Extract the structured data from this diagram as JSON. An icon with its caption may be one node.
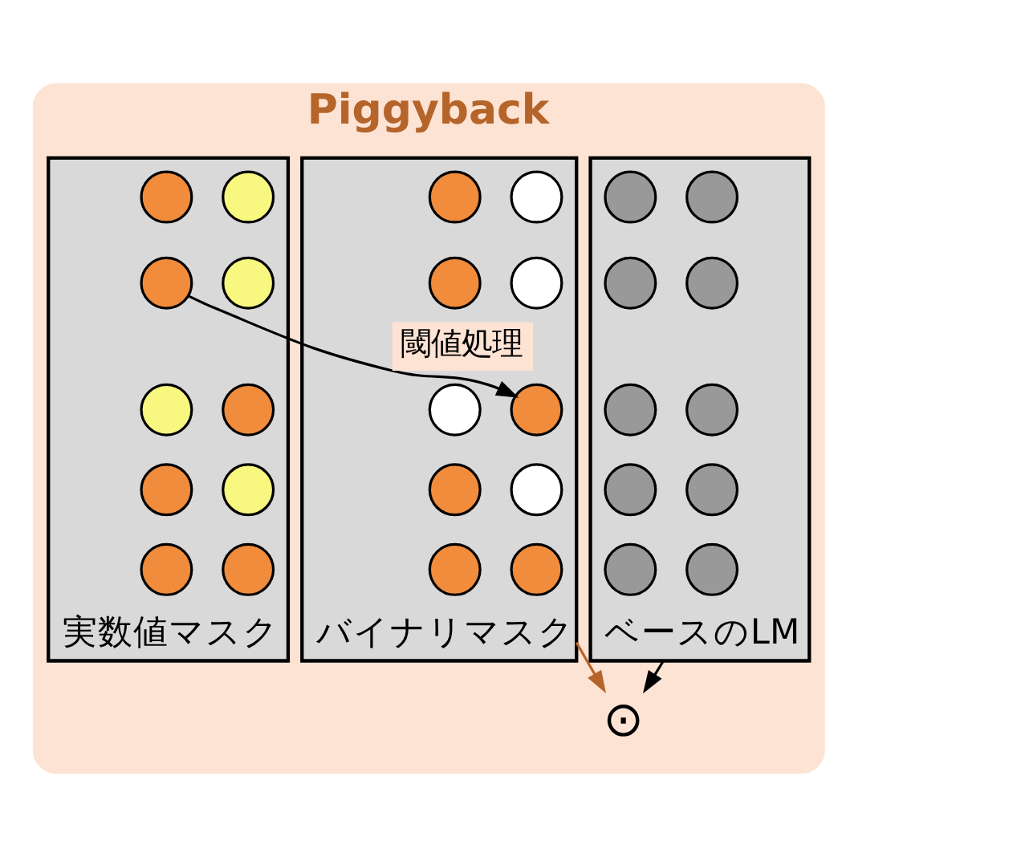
{
  "diagram": {
    "nodes": [
      {
        "text": [
          "Piggyback"
        ]
      },
      {
        "text": [],
        "shape": "box",
        "in": 0,
        "beside": [
          "ベースのLM"
        ]
      },
      {
        "text": [],
        "shape": "circle",
        "in": 1
      },
      {
        "text": [],
        "shape": "circle",
        "in": 1
      },
      {
        "text": [],
        "shape": "circle",
        "in": 1
      },
      {
        "text": [],
        "shape": "circle",
        "in": 1
      },
      {
        "text": [],
        "shape": "circle",
        "in": 1
      },
      {
        "text": [],
        "shape": "circle",
        "in": 1
      },
      {
        "text": [],
        "shape": "circle",
        "in": 1
      },
      {
        "text": [],
        "shape": "circle",
        "in": 1
      },
      {
        "text": [],
        "shape": "circle",
        "in": 1
      },
      {
        "text": [],
        "shape": "circle",
        "in": 1
      },
      {
        "text": [],
        "shape": "box",
        "in": 0,
        "beside": [
          "バイナリマスク"
        ]
      },
      {
        "text": [],
        "shape": "circle",
        "in": 12
      },
      {
        "text": [],
        "shape": "circle",
        "in": 12
      },
      {
        "text": [],
        "shape": "circle",
        "in": 12
      },
      {
        "text": [],
        "shape": "circle",
        "in": 12
      },
      {
        "text": [],
        "shape": "circle",
        "in": 12
      },
      {
        "text": [],
        "shape": "circle",
        "in": 12
      },
      {
        "text": [],
        "shape": "circle",
        "in": 12
      },
      {
        "text": [],
        "shape": "circle",
        "in": 12
      },
      {
        "text": [],
        "shape": "circle",
        "in": 12
      },
      {
        "text": [],
        "shape": "circle",
        "in": 12
      },
      {
        "text": [],
        "shape": "box",
        "in": 0,
        "beside": [
          "実数値マスク"
        ]
      },
      {
        "text": [],
        "shape": "circle",
        "in": 23
      },
      {
        "text": [],
        "shape": "circle",
        "in": 23
      },
      {
        "text": [],
        "shape": "circle",
        "in": 23
      },
      {
        "text": [],
        "shape": "circle",
        "in": 23
      },
      {
        "text": [],
        "shape": "circle",
        "in": 23
      },
      {
        "text": [],
        "shape": "circle",
        "in": 23
      },
      {
        "text": [],
        "shape": "circle",
        "in": 23
      },
      {
        "text": [],
        "shape": "circle",
        "in": 23
      },
      {
        "text": [],
        "shape": "circle",
        "in": 23
      },
      {
        "text": [],
        "shape": "circle",
        "in": 23
      },
      {
        "text": [
          "⊙"
        ],
        "in": 0
      }
    ],
    "edges": [
      {
        "from": 23,
        "to": 12,
        "arrow": "to",
        "label": "閾値処理"
      },
      {
        "from": 1,
        "to": 34,
        "arrow": "to"
      },
      {
        "from": 12,
        "to": 34,
        "arrow": "to",
        "color": "#b5642a"
      }
    ]
  }
}
